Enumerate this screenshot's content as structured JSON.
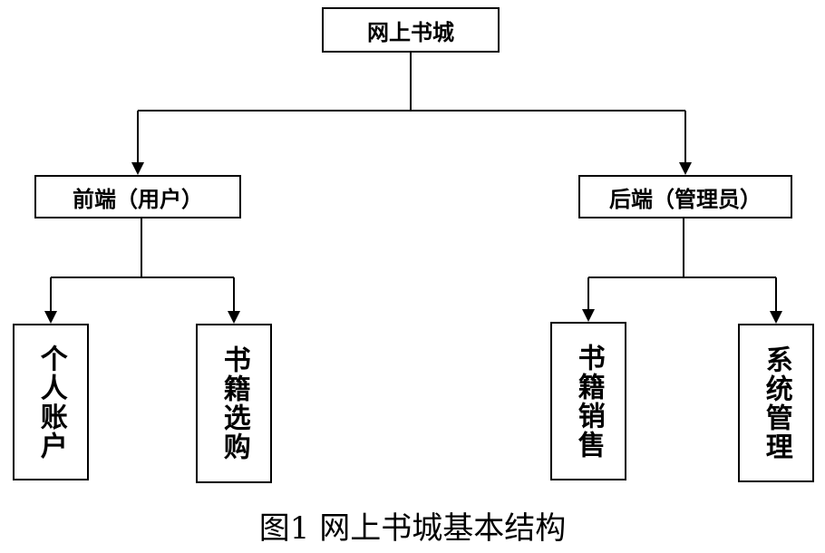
{
  "nodes": {
    "root": "网上书城",
    "frontend": "前端（用户）",
    "backend": "后端（管理员）",
    "personal_account": "个人账户",
    "book_shopping": "书籍选购",
    "book_sales": "书籍销售",
    "system_management": "系统管理"
  },
  "caption": "图1   网上书城基本结构"
}
